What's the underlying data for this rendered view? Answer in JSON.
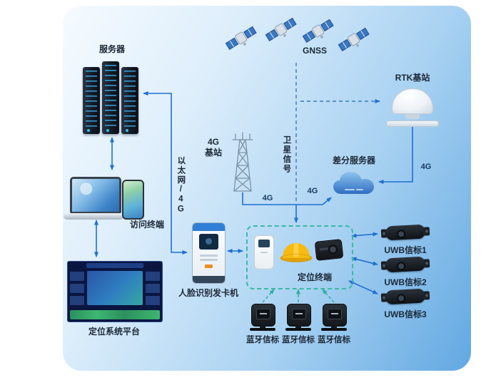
{
  "diagram": {
    "nodes": {
      "server": {
        "label": "服务器"
      },
      "gnss": {
        "label": "GNSS"
      },
      "rtk": {
        "label": "RTK基站"
      },
      "station4g": {
        "label_line1": "4G",
        "label_line2": "基站"
      },
      "satellite_signal": {
        "label": "卫星信号"
      },
      "ethernet_4g": {
        "label": "以太网/4G"
      },
      "diff_server": {
        "label": "差分服务器"
      },
      "access_terminal": {
        "label": "访问终端"
      },
      "platform": {
        "label": "定位系统平台"
      },
      "face_machine": {
        "label": "人脸识别发卡机"
      },
      "loc_terminal": {
        "label": "定位终端"
      },
      "uwb1": {
        "label": "UWB信标1"
      },
      "uwb2": {
        "label": "UWB信标2"
      },
      "uwb3": {
        "label": "UWB信标3"
      },
      "bt1": {
        "label": "蓝牙信标"
      },
      "bt2": {
        "label": "蓝牙信标"
      },
      "bt3": {
        "label": "蓝牙信标"
      }
    },
    "edge_labels": {
      "tower_4g": "4G",
      "cloud_4g": "4G",
      "rtk_4g": "4G"
    },
    "colors": {
      "arrow_blue": "#1f6fd1",
      "dashed_teal": "#2fae9e",
      "helmet_yellow": "#f7bb10",
      "panel_gradient_start": "#f6fbff",
      "panel_gradient_end": "#62a8e2"
    },
    "icons": [
      "satellite-icon",
      "server-rack-icon",
      "laptop-icon",
      "smartphone-icon",
      "dashboard-screen-icon",
      "kiosk-icon",
      "cell-tower-icon",
      "cloud-icon",
      "rtk-dome-icon",
      "helmet-icon",
      "uwb-tag-icon",
      "wall-terminal-icon",
      "uwb-beacon-icon",
      "bluetooth-beacon-icon"
    ]
  }
}
